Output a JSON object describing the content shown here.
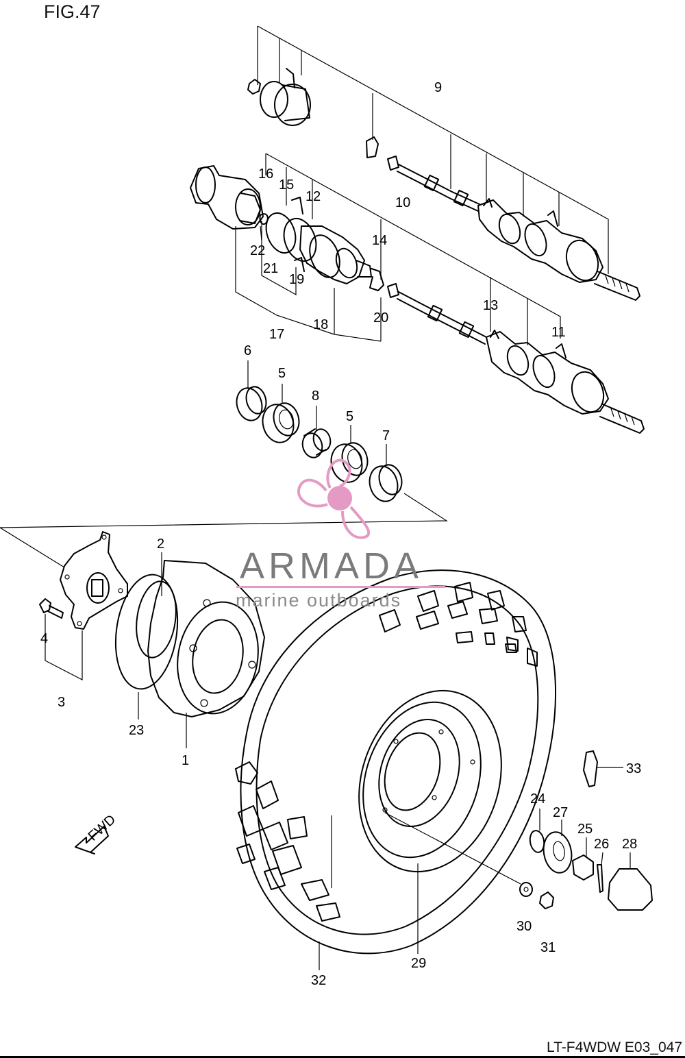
{
  "figure": {
    "title": "FIG.47",
    "footer": "LT-F4WDW E03_047",
    "direction_tag": "FWD"
  },
  "callouts": {
    "c1": "1",
    "c2": "2",
    "c3": "3",
    "c4": "4",
    "c5a": "5",
    "c5b": "5",
    "c6": "6",
    "c7": "7",
    "c8": "8",
    "c9": "9",
    "c10": "10",
    "c11": "11",
    "c12": "12",
    "c13": "13",
    "c14": "14",
    "c15": "15",
    "c16": "16",
    "c17": "17",
    "c18": "18",
    "c19": "19",
    "c20": "20",
    "c21": "21",
    "c22": "22",
    "c23": "23",
    "c24": "24",
    "c25": "25",
    "c26": "26",
    "c27": "27",
    "c28": "28",
    "c29": "29",
    "c30": "30",
    "c31": "31",
    "c32": "32",
    "c33": "33"
  },
  "watermark": {
    "name": "ARMADA",
    "tagline": "marine outboards",
    "logo": "propeller-logo",
    "colors": {
      "text": "#7a7a7a",
      "accent": "#e59ac4"
    }
  }
}
